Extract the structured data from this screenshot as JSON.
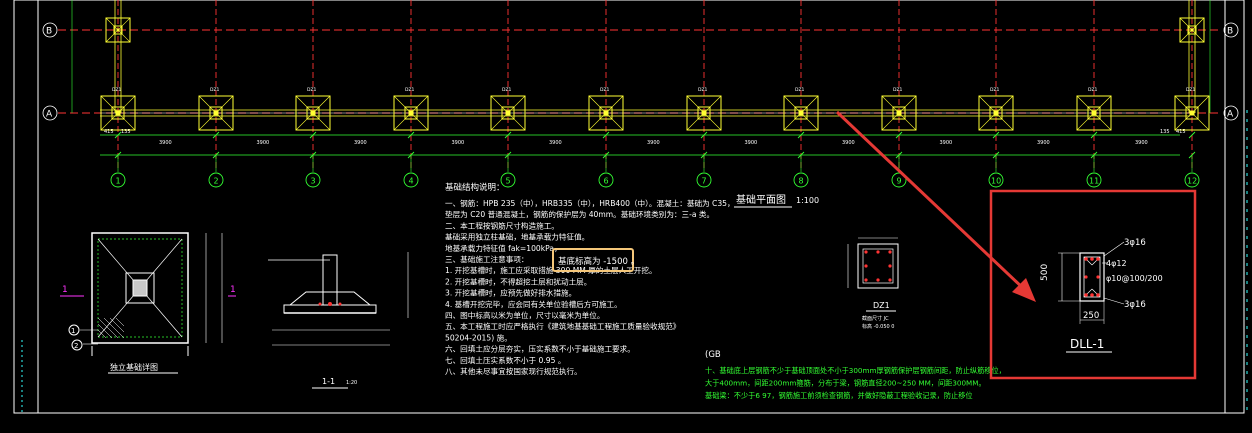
{
  "plan": {
    "grid_axes_bottom": [
      "1",
      "2",
      "3",
      "4",
      "5",
      "6",
      "7",
      "8",
      "9",
      "10",
      "11",
      "12"
    ],
    "grid_axes_left": [
      "B",
      "A"
    ],
    "title": "基础平面图",
    "scale": "1:100",
    "dims": {
      "edge_left": "415",
      "edge_left2": "135",
      "bay": "3900",
      "edge_right": "135",
      "edge_right2": "415"
    },
    "col_tag": "DZ1"
  },
  "notes": {
    "heading": "基础结构说明：",
    "lines": [
      "一、钢筋：HPB 235（中），HRB335（中），HRB400（中）。混凝土：基础为 C35，",
      "    垫层为 C20 普通混凝土，钢筋的保护层为      40mm。基础环境类别为：三-a 类。",
      "二、本工程按钢筋尺寸构造施工。",
      "    基础采用独立柱基础，地基承载力特征值。",
      "    地基承载力特征值     fak=100kPa，",
      "三、基础施工注意事项：",
      "    1. 开挖基槽时，施工应采取措施     300 MM 厚的土层人工开挖。",
      "    2. 开挖基槽时，不得超挖土层和扰动土层。",
      "    3. 开挖基槽时，应预先做好排水措施。",
      "    4. 基槽开挖完毕，应会同有关单位验槽后方可施工。",
      "四、图中标高以米为单位，尺寸以毫米为单位。",
      "五、本工程施工时应严格执行《建筑地基基础工程施工质量验收规范》",
      "    50204-2015)     施。",
      "六、回填土应分层夯实，压实系数不小于基础施工要求。",
      "七、回填土压实系数不小于      0.95  。",
      "八、其他未尽事宜按国家现行规范执行。"
    ],
    "highlight_text": "基底标高为  -1500  。",
    "gb_tag": "(GB"
  },
  "green_notes": [
    "十、基础底上层钢筋不少于基础顶面处不小于300mm厚钢筋保护层钢筋间距，防止纵筋移位，",
    "    大于400mm，间距200mm箍筋，分布于梁，钢筋直径200~250 MM，间距300MM。",
    "    基础梁：不少于6 97，钢筋施工前须检查钢筋，并做好隐蔽工程验收记录，防止移位"
  ],
  "details": {
    "footing_caption": "独立基础详图",
    "section_caption": "1-1",
    "section_scale": "1:20",
    "dz1_caption": "DZ1",
    "dz1_note": "截面尺寸 JC",
    "dz1_note2": "标高 -0.050  0"
  },
  "beam": {
    "name": "DLL-1",
    "top_bar": "3φ16",
    "bottom_bar": "3φ16",
    "side_bar": "4φ12",
    "stirrup": "φ10@100/200",
    "height": "500",
    "width": "250"
  },
  "colors": {
    "background": "#000000",
    "grid_line": "#ff3333",
    "column": "#ffff33",
    "dim_line": "#33ff33",
    "text": "#ffffff",
    "annotation": "#ff3333",
    "highlight": "#f5c77a",
    "cyan": "#33ffff"
  }
}
